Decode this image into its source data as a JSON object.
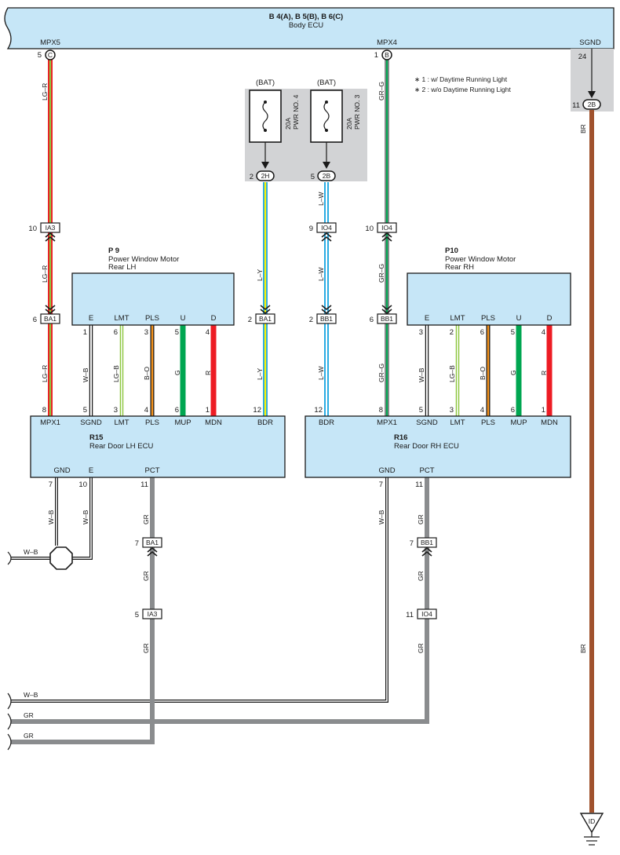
{
  "body_ecu": {
    "connectors": "B 4(A), B 5(B), B 6(C)",
    "name": "Body ECU",
    "mpx5": "MPX5",
    "mpx4": "MPX4",
    "sgnd": "SGND"
  },
  "notes": {
    "n1": "∗ 1 : w/ Daytime Running Light",
    "n2": "∗ 2 : w/o Daytime Running Light"
  },
  "fuses": {
    "f1": {
      "source": "(BAT)",
      "rating": "20A",
      "name": "PWR NO. 4",
      "pin": "2",
      "conn": "2H"
    },
    "f2": {
      "source": "(BAT)",
      "rating": "20A",
      "name": "PWR NO. 3",
      "pin": "5",
      "conn": "2B"
    }
  },
  "pins": {
    "p5": "5",
    "c_conn": "C",
    "p1": "1",
    "b_conn": "B",
    "p24": "24",
    "p11": "11",
    "conn_2b": "2B",
    "p10": "10",
    "p9": "9",
    "p6": "6",
    "p2": "2",
    "p8": "8",
    "p12": "12",
    "p3": "3",
    "p4": "4",
    "p7": "7"
  },
  "wires": {
    "lgr": "LG–R",
    "grg": "GR–G",
    "br": "BR",
    "ly": "L–Y",
    "lw": "L–W",
    "wb": "W–B",
    "lgb": "LG–B",
    "bo": "B–O",
    "g": "G",
    "r": "R",
    "gr": "GR"
  },
  "connectors": {
    "ia3": "IA3",
    "io4": "IO4",
    "ba1": "BA1",
    "bb1": "BB1"
  },
  "motor_lh": {
    "code": "P 9",
    "name": "Power Window Motor",
    "sub": "Rear LH",
    "e": "E",
    "lmt": "LMT",
    "pls": "PLS",
    "u": "U",
    "d": "D"
  },
  "motor_rh": {
    "code": "P10",
    "name": "Power Window Motor",
    "sub": "Rear RH",
    "e": "E",
    "lmt": "LMT",
    "pls": "PLS",
    "u": "U",
    "d": "D"
  },
  "ecu_lh": {
    "code": "R15",
    "name": "Rear Door LH ECU",
    "mpx1": "MPX1",
    "sgnd": "SGND",
    "lmt": "LMT",
    "pls": "PLS",
    "mup": "MUP",
    "mdn": "MDN",
    "bdr": "BDR",
    "gnd": "GND",
    "e": "E",
    "pct": "PCT"
  },
  "ecu_rh": {
    "code": "R16",
    "name": "Rear Door RH ECU",
    "bdr": "BDR",
    "mpx1": "MPX1",
    "sgnd": "SGND",
    "lmt": "LMT",
    "pls": "PLS",
    "mup": "MUP",
    "mdn": "MDN",
    "gnd": "GND",
    "pct": "PCT"
  },
  "ground": {
    "id": "ID"
  },
  "colors": {
    "ecu_fill": "#c6e6f7",
    "fuse_bg": "#d2d3d5",
    "brown": "#a0522d",
    "gray": "#8a8c8e",
    "green": "#00a651",
    "red": "#ed1c24",
    "blue": "#29abe2",
    "yellow": "#fff200",
    "orange": "#f7941d",
    "light_green": "#8dc63f"
  }
}
